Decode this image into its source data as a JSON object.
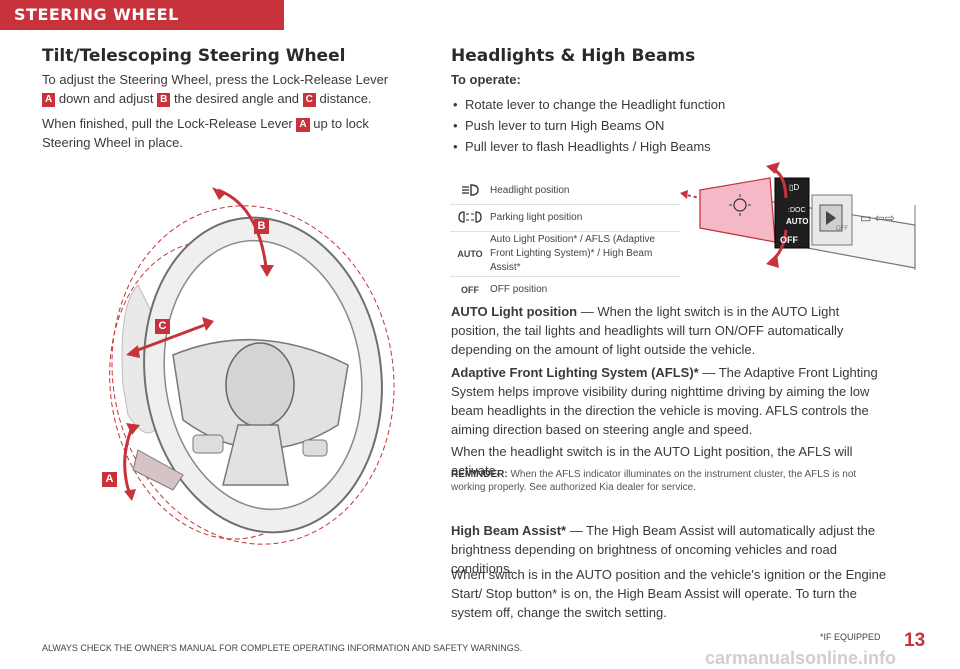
{
  "header": {
    "title": "STEERING WHEEL CONTROLS"
  },
  "tilt": {
    "title": "Tilt/Telescoping Steering Wheel",
    "p1_a": "To adjust the Steering Wheel, press the Lock-Release Lever ",
    "p1_b": " down and adjust ",
    "p1_c": " the desired angle and ",
    "p1_d": " distance.",
    "p2_a": "When finished, pull the Lock-Release Lever ",
    "p2_b": " up to lock Steering Wheel in place.",
    "badges": {
      "a": "A",
      "b": "B",
      "c": "C"
    }
  },
  "headlights": {
    "title": "Headlights & High Beams",
    "to_operate": "To operate:",
    "bullets": [
      "Rotate lever to change the Headlight function",
      "Push lever to turn High Beams ON",
      "Pull lever to flash Headlights / High Beams"
    ],
    "legend": [
      {
        "icon": "headlight-icon",
        "text": "Headlight position"
      },
      {
        "icon": "parking-light-icon",
        "text": "Parking light position"
      },
      {
        "icon": "auto-label",
        "label": "AUTO",
        "text": "Auto Light Position* / AFLS (Adaptive Front Lighting System)* / High Beam Assist*"
      },
      {
        "icon": "off-label",
        "label": "OFF",
        "text": "OFF position"
      }
    ],
    "switch_labels": {
      "auto": "AUTO",
      "off": "OFF",
      "off_small": "OFF"
    },
    "auto_title": "AUTO Light position",
    "auto_text": " — When the light switch is in the AUTO Light position, the tail lights and headlights will turn ON/OFF automatically depending on the amount of light outside the vehicle.",
    "afls_title": "Adaptive Front Lighting System (AFLS)*",
    "afls_text": " — The Adaptive Front Lighting System helps improve visibility during nighttime driving by aiming the low beam headlights in the direction the vehicle is moving. AFLS controls the aiming direction based on steering angle and speed.",
    "afls_auto": "When the headlight switch is in the AUTO Light position, the AFLS will activate.",
    "reminder_label": "REMINDER:",
    "reminder_text": " When the AFLS indicator illuminates on the instrument cluster, the AFLS is not working properly. See authorized Kia dealer for service.",
    "hba_title": "High Beam Assist*",
    "hba_text": " — The High Beam Assist will automatically adjust the brightness depending on brightness of oncoming vehicles and road conditions.",
    "hba_p2": "When switch is in the AUTO position and the vehicle's ignition or the Engine Start/ Stop button* is on, the High Beam Assist will operate. To turn the system off, change the switch setting."
  },
  "footer": {
    "warning": "ALWAYS CHECK THE OWNER'S MANUAL FOR COMPLETE OPERATING INFORMATION AND SAFETY WARNINGS.",
    "if_equipped": "*IF EQUIPPED",
    "page": "13"
  },
  "watermark": "carmanualsonline.info",
  "colors": {
    "accent": "#c7323b",
    "text": "#3a3a3a"
  }
}
